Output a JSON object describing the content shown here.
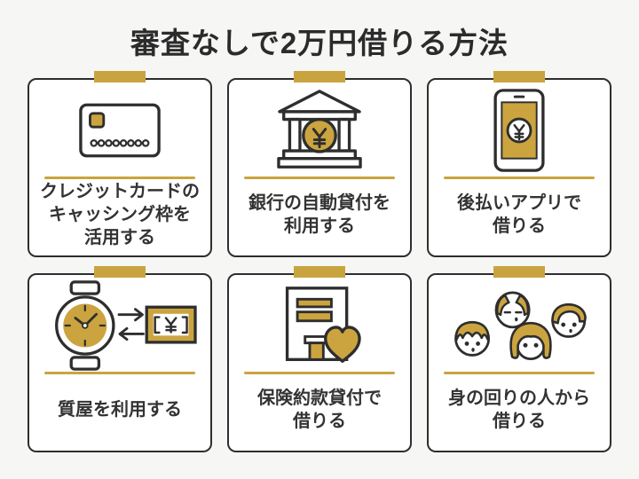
{
  "page": {
    "title": "審査なしで2万円借りる方法"
  },
  "colors": {
    "background": "#f6f6f5",
    "card_background": "#ffffff",
    "outline": "#2e2e2e",
    "gold_accent": "#C9A43E",
    "gold_icon_fill": "#CBA440",
    "label_text": "#333333",
    "title_text": "#2b2b2b"
  },
  "cards": [
    {
      "name": "credit-card-cashing",
      "icon": "credit-card-icon",
      "label": "クレジットカードのキャッシング枠を活用する",
      "lines": [
        "クレジットカードの",
        "キャッシング枠を",
        "活用する"
      ]
    },
    {
      "name": "bank-auto-loan",
      "icon": "bank-icon",
      "label": "銀行の自動貸付を利用する",
      "lines": [
        "銀行の自動貸付を",
        "利用する"
      ]
    },
    {
      "name": "deferred-pay-app",
      "icon": "smartphone-pay-icon",
      "label": "後払いアプリで借りる",
      "lines": [
        "後払いアプリで",
        "借りる"
      ]
    },
    {
      "name": "pawnshop",
      "icon": "watch-money-exchange-icon",
      "label": "質屋を利用する",
      "lines": [
        "質屋を利用する"
      ]
    },
    {
      "name": "insurance-policy-loan",
      "icon": "insurance-building-heart-icon",
      "label": "保険約款貸付で借りる",
      "lines": [
        "保険約款貸付で",
        "借りる"
      ]
    },
    {
      "name": "borrow-from-people",
      "icon": "family-faces-icon",
      "label": "身の回りの人から借りる",
      "lines": [
        "身の回りの人から",
        "借りる"
      ]
    }
  ]
}
